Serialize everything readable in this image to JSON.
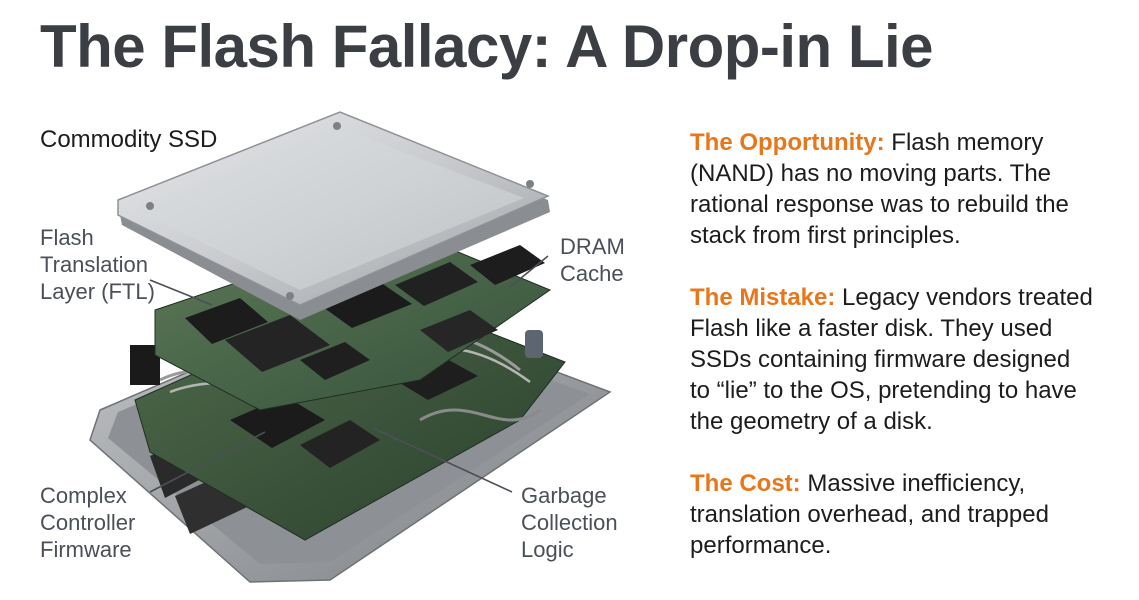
{
  "title": "The Flash Fallacy: A Drop-in Lie",
  "diagram": {
    "ssd_label": "Commodity SSD",
    "callouts": {
      "ftl": [
        "Flash",
        "Translation",
        "Layer (FTL)"
      ],
      "dram": [
        "DRAM",
        "Cache"
      ],
      "controller": [
        "Complex",
        "Controller",
        "Firmware"
      ],
      "gc": [
        "Garbage",
        "Collection",
        "Logic"
      ]
    }
  },
  "paragraphs": [
    {
      "heading": "The Opportunity:",
      "first": " Flash memory",
      "lines": [
        "(NAND) has no moving parts. The",
        "rational response was to rebuild the",
        "stack from first principles."
      ]
    },
    {
      "heading": "The Mistake:",
      "first": " Legacy vendors treated",
      "lines": [
        "Flash like a faster disk. They used",
        "SSDs containing firmware designed",
        "to “lie” to the OS, pretending to have",
        "the geometry of a disk."
      ]
    },
    {
      "heading": "The Cost:",
      "first": " Massive inefficiency,",
      "lines": [
        "translation overhead, and trapped",
        "performance."
      ]
    }
  ],
  "colors": {
    "accent": "#e8761b",
    "title": "#3b3f44",
    "callout": "#4b5058",
    "pcb": "#2f4a33"
  }
}
